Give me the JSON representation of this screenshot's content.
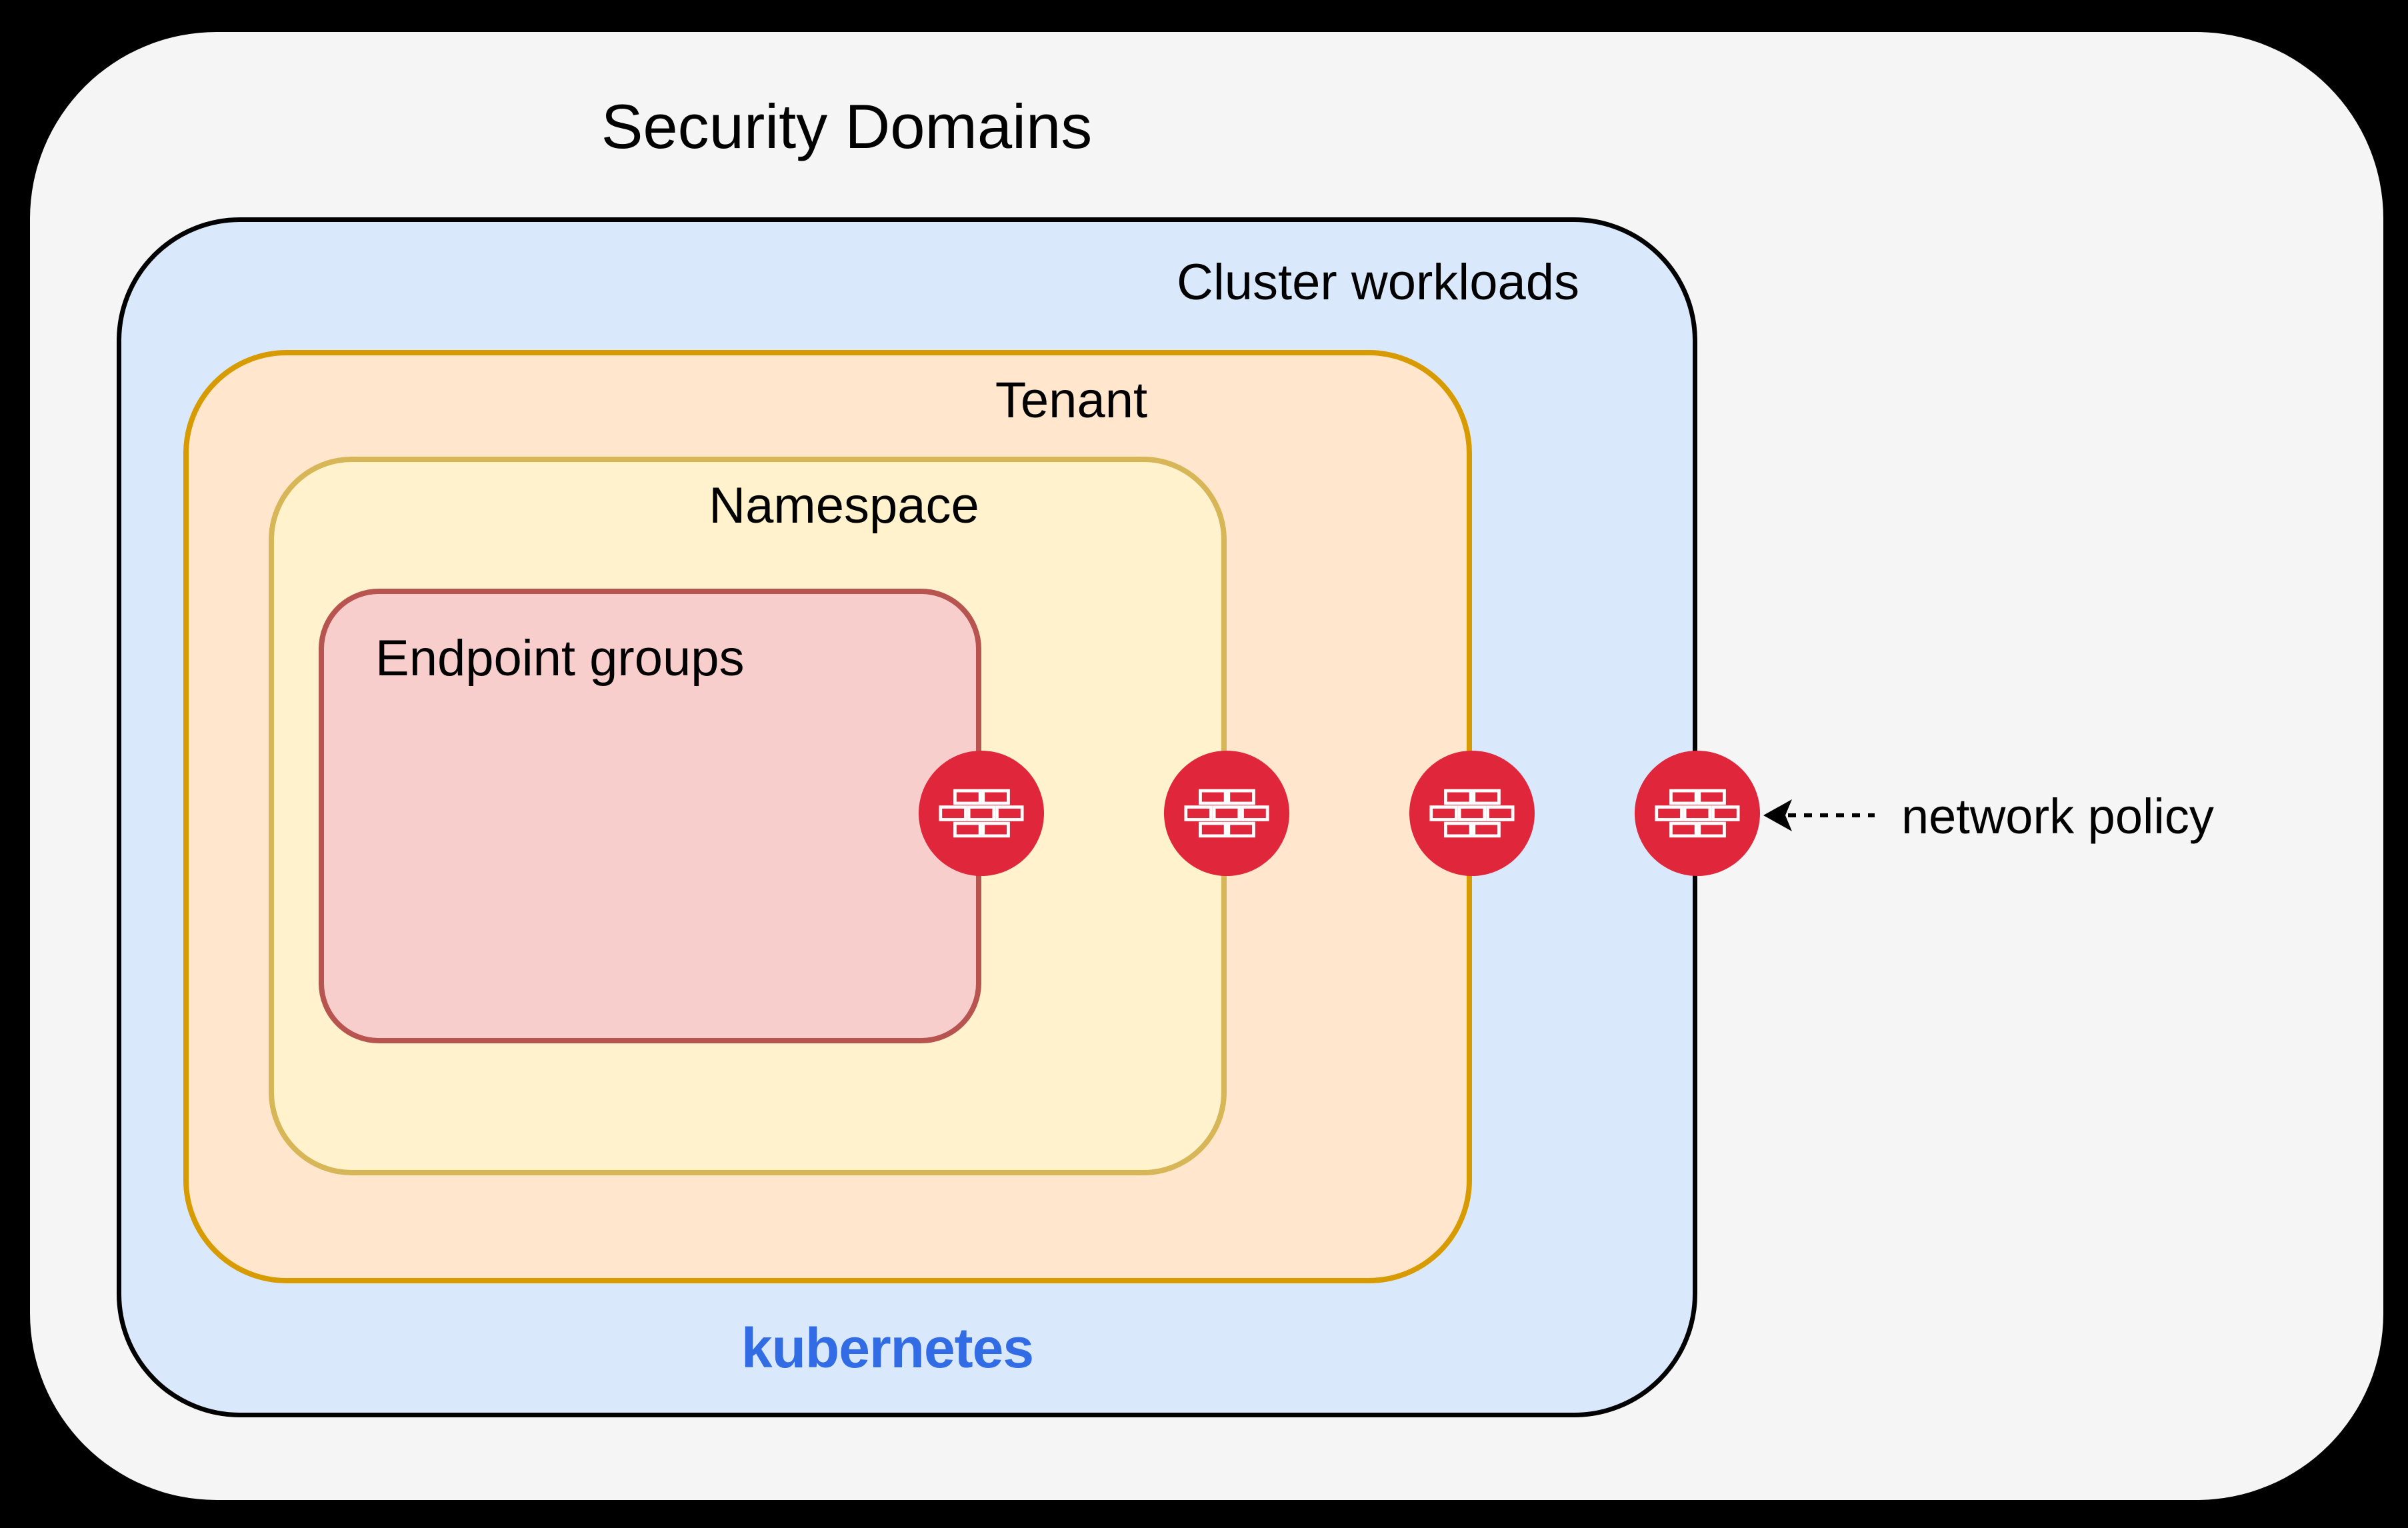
{
  "title": "Security Domains",
  "layers": {
    "cluster": {
      "label": "Cluster workloads",
      "brand": "kubernetes"
    },
    "tenant": {
      "label": "Tenant"
    },
    "namespace": {
      "label": "Namespace"
    },
    "endpoint_groups": {
      "label": "Endpoint groups"
    }
  },
  "annotation": {
    "label": "network policy",
    "arrow": "dashed-arrow-pointing-left-at-firewall"
  },
  "icons": {
    "firewall": "firewall-brick-wall-icon",
    "firewall_count": 4
  },
  "colors": {
    "page_bg": "#000000",
    "canvas_fill": "#f5f5f5",
    "cluster_fill": "#dae8fc",
    "cluster_stroke": "#000000",
    "tenant_fill": "#ffe6cc",
    "tenant_stroke": "#d79b00",
    "namespace_fill": "#fff2cc",
    "namespace_stroke": "#d6b656",
    "endpoint_fill": "#f8cecc",
    "endpoint_stroke": "#b85450",
    "firewall_red": "#e0263a",
    "kubernetes_blue": "#326ce5",
    "text": "#000000"
  }
}
